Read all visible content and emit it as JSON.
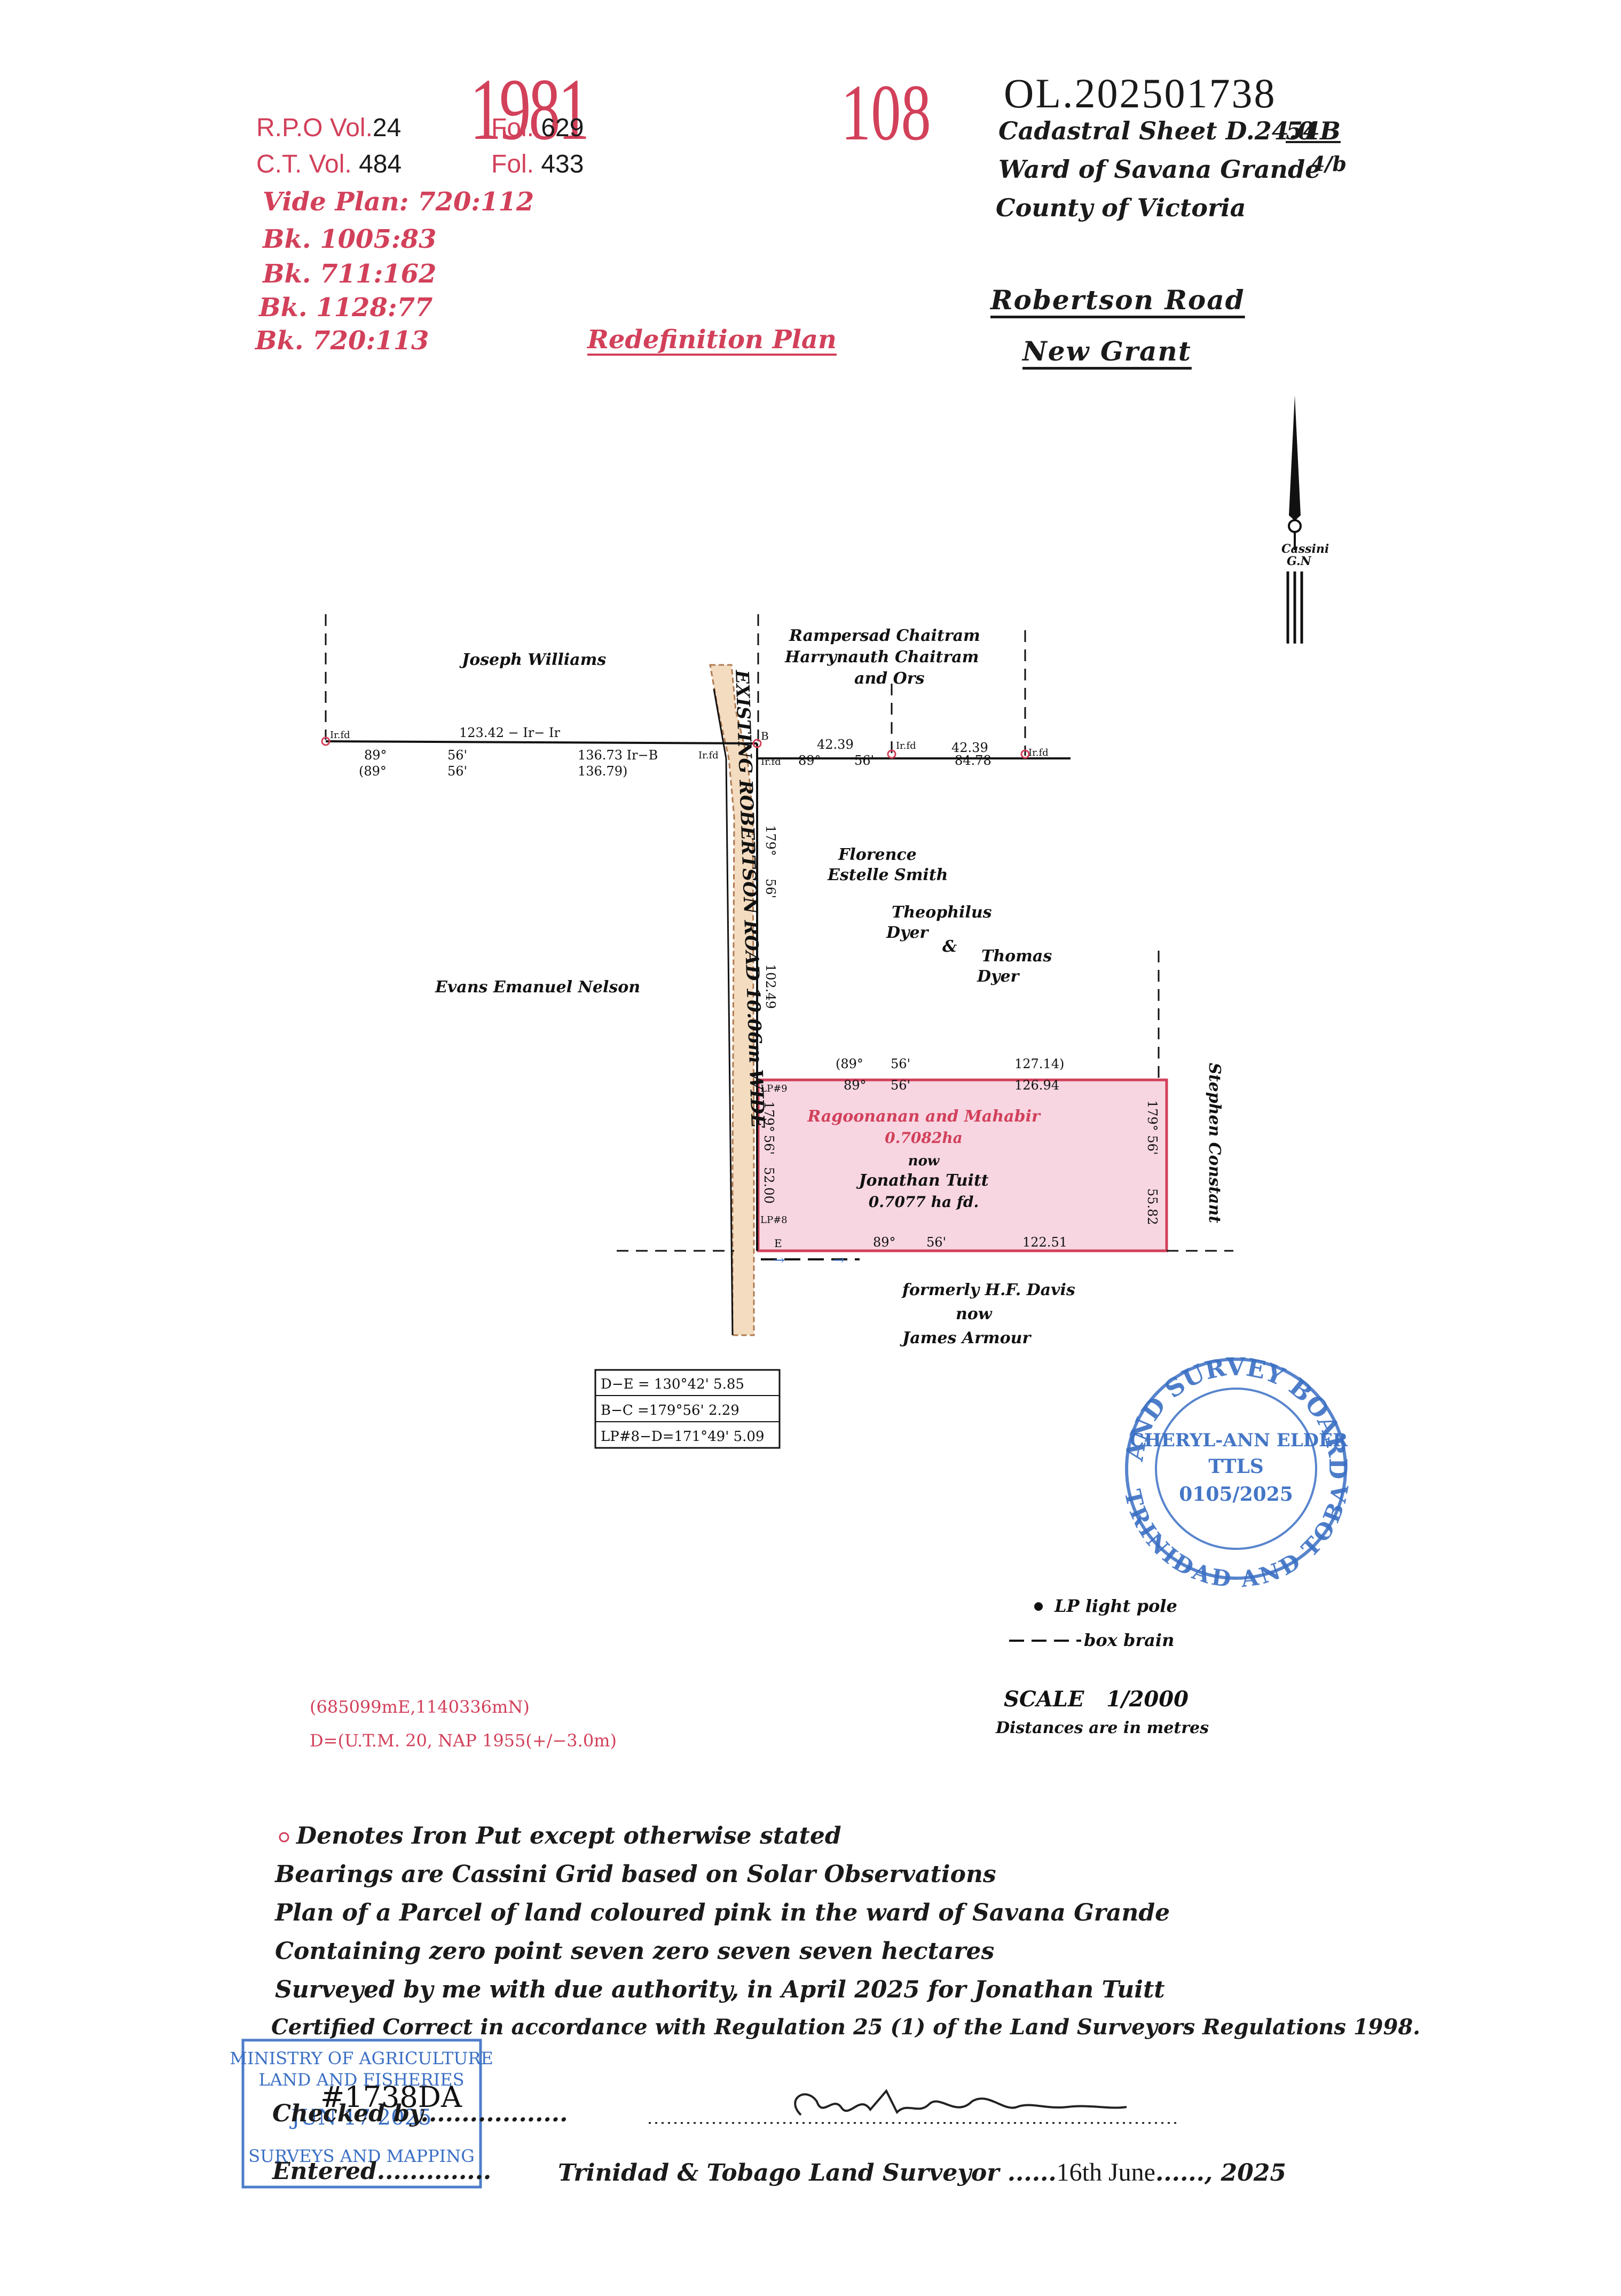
{
  "header": {
    "handwritten_left": "1981",
    "handwritten_center": "108",
    "handwritten_ref": "OL.202501738",
    "rpo_vol_label": "R.P.O Vol.",
    "rpo_vol_value": "24",
    "rpo_fol_label": "Fol.",
    "rpo_fol_value": "629",
    "ct_vol_label": "C.T. Vol.",
    "ct_vol_value": "484",
    "ct_fol_label": "Fol.",
    "ct_fol_value": "433",
    "vide_plan": "Vide Plan: 720:112",
    "book_refs": [
      "Bk. 1005:83",
      "Bk. 711:162",
      "Bk. 1128:77",
      "Bk. 720:113"
    ],
    "plan_type": "Redefinition Plan",
    "cadastral_sheet": "Cadastral Sheet D.24.0",
    "cadastral_code": "54B",
    "cadastral_sub": "4/b",
    "ward": "Ward of Savana Grande",
    "county": "County of Victoria",
    "road_name": "Robertson Road",
    "grant": "New Grant"
  },
  "north_arrow": {
    "label_line1": "Cassini",
    "label_line2": "G.N"
  },
  "plan": {
    "owners": {
      "joseph": "Joseph Williams",
      "rampersad_line1": "Rampersad  Chaitram",
      "rampersad_line2": "Harrynauth  Chaitram",
      "rampersad_line3": "and  Ors",
      "florence_line1": "Florence",
      "florence_line2": "Estelle Smith",
      "theophilus_line1": "Theophilus",
      "theophilus_line2": "Dyer",
      "amp": "&",
      "thomas_line1": "Thomas",
      "thomas_line2": "Dyer",
      "evans": "Evans Emanuel  Nelson",
      "stephen": "Stephen Constant",
      "davis_line1": "formerly H.F. Davis",
      "davis_line2": "now",
      "davis_line3": "James  Armour"
    },
    "road_label": "EXISTING   ROBERTSON   ROAD   10.06m  WIDE",
    "parcel": {
      "old_owner": "Ragoonanan and Mahabir",
      "old_area": "0.7082ha",
      "now": "now",
      "new_owner": "Jonathan Tuitt",
      "new_area": "0.7077 ha fd.",
      "fill_color": "#f7d6e2",
      "border_color": "#d2405a"
    },
    "measurements": {
      "ir_fd_1": "Ir.fd",
      "top_left_dist": "123.42  −  Ir−  Ir",
      "top_left_b1": "89°",
      "top_left_b2": "56'",
      "top_left_b1_old": "(89°",
      "top_left_b2_old": "56'",
      "top_left_dist2": "136.73  Ir−B",
      "top_left_dist2_old": "136.79)",
      "ir_fd_2": "Ir.fd",
      "point_b": "B",
      "ir_fd_3": "Ir.fd",
      "top_right_d1": "42.39",
      "top_right_b1": "89°",
      "top_right_b2": "56'",
      "ir_fd_4": "Ir.fd",
      "top_right_d2": "42.39",
      "top_right_d3": "84.78",
      "ir_fd_5": "Ir.fd",
      "west_b1": "179°",
      "west_b2": "56'",
      "west_dist": "102.49",
      "north_b_old": "(89°",
      "north_b2_old": "56'",
      "north_dist_old": "127.14)",
      "north_b": "89°",
      "north_b2": "56'",
      "north_dist": "126.94",
      "lp9": "LP#9",
      "lp8": "LP#8",
      "pw_b1": "179°",
      "pw_b2": "56'",
      "pw_dist": "52.00",
      "east_b": "179° 56'",
      "east_dist": "55.82",
      "point_e": "E",
      "south_b": "89°",
      "south_b2": "56'",
      "south_dist": "122.51"
    },
    "table": [
      "D−E  =  130°42'  5.85",
      "B−C  =179°56'  2.29",
      "LP#8−D=171°49'  5.09"
    ]
  },
  "stamp": {
    "top_text": "LAND SURVEY BOARD",
    "bottom_text": "OF TRINIDAD AND TOBAGO",
    "name": "CHERYL-ANN ELDER",
    "title": "TTLS",
    "number": "0105/2025",
    "color": "#3a6fc4"
  },
  "legend": {
    "lp": "LP light pole",
    "drain": "box brain",
    "scale": "SCALE   1/2000",
    "distances": "Distances are in metres"
  },
  "coordinates": {
    "line1": "(685099mE,1140336mN)",
    "line2": "D=(U.T.M. 20, NAP 1955(+/−3.0m)"
  },
  "notes": [
    "Denotes Iron Put except otherwise stated",
    "Bearings are Cassini Grid based on Solar Observations",
    "Plan of a Parcel of land coloured pink in the ward of Savana Grande",
    "Containing zero point seven zero seven seven hectares",
    "Surveyed by me with due authority, in April 2025 for Jonathan Tuitt",
    "Certified Correct in accordance with Regulation 25 (1) of the Land Surveyors Regulations 1998."
  ],
  "ministry_stamp": {
    "line1": "MINISTRY OF AGRICULTURE",
    "line2": "LAND AND FISHERIES",
    "handwritten": "#1738DA",
    "date": "JUN 17 2025",
    "line4": "SURVEYS AND MAPPING",
    "color": "#3a6fc4"
  },
  "footer": {
    "checked": "Checked by",
    "entered": "Entered",
    "signature": "Chyl Ann Elder",
    "surveyor": "Trinidad & Tobago Land Surveyor",
    "day": "16th June",
    "year": "2025"
  }
}
